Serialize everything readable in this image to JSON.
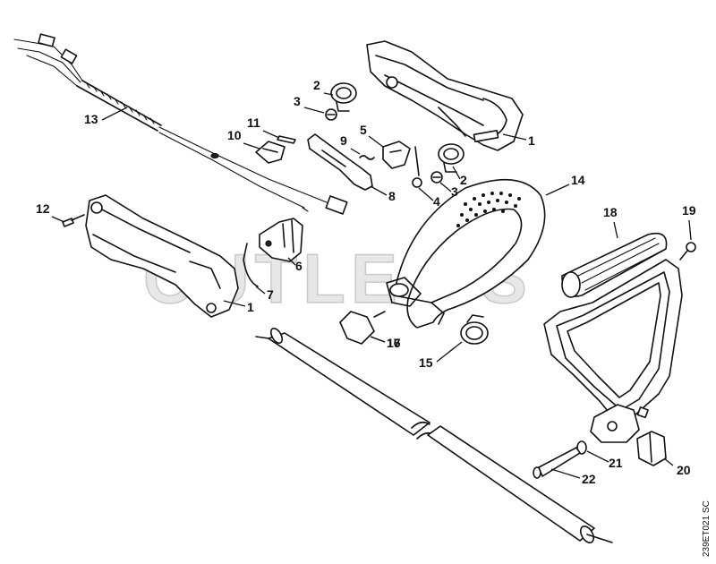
{
  "watermark": "CUTLER'S",
  "drawing_code": "239ET021 SC",
  "callouts": [
    "1",
    "1",
    "2",
    "2",
    "3",
    "3",
    "4",
    "5",
    "6",
    "7",
    "8",
    "9",
    "10",
    "11",
    "12",
    "13",
    "14",
    "15",
    "16",
    "17",
    "18",
    "19",
    "20",
    "21",
    "22"
  ]
}
